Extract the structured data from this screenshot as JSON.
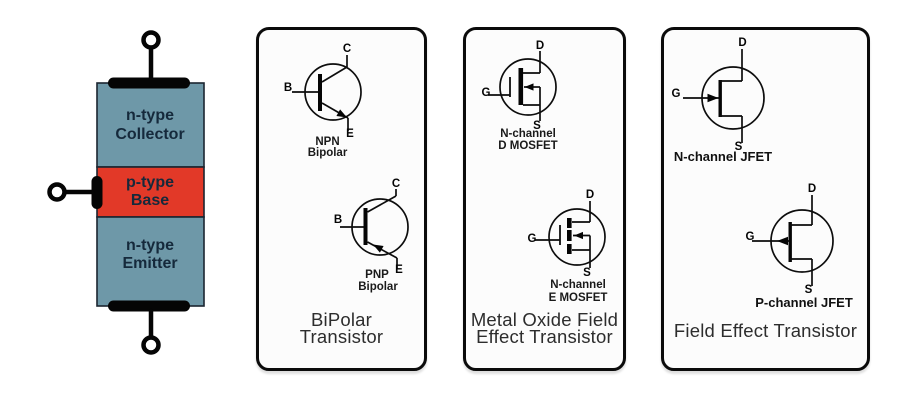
{
  "structure_diagram": {
    "layers": [
      {
        "name": "collector",
        "line1": "n-type",
        "line2": "Collector",
        "fill": "#6e98a8"
      },
      {
        "name": "base",
        "line1": "p-type",
        "line2": "Base",
        "fill": "#e23928"
      },
      {
        "name": "emitter",
        "line1": "n-type",
        "line2": "Emitter",
        "fill": "#6e98a8"
      }
    ],
    "label_color": "#15293b"
  },
  "panels": [
    {
      "title_line1": "BiPolar",
      "title_line2": "Transistor",
      "symbols": [
        {
          "caption_line1": "NPN",
          "caption_line2": "Bipolar",
          "terminals": {
            "left": "B",
            "top": "C",
            "bottom": "E"
          }
        },
        {
          "caption_line1": "PNP",
          "caption_line2": "Bipolar",
          "terminals": {
            "left": "B",
            "top": "C",
            "bottom": "E"
          }
        }
      ]
    },
    {
      "title_line1": "Metal Oxide Field",
      "title_line2": "Effect Transistor",
      "symbols": [
        {
          "caption_line1": "N-channel",
          "caption_line2": "D MOSFET",
          "terminals": {
            "left": "G",
            "top": "D",
            "bottom": "S"
          }
        },
        {
          "caption_line1": "N-channel",
          "caption_line2": "E MOSFET",
          "terminals": {
            "left": "G",
            "top": "D",
            "bottom": "S"
          }
        }
      ]
    },
    {
      "title_line1": "Field Effect Transistor",
      "title_line2": "",
      "symbols": [
        {
          "caption_line1": "N-channel JFET",
          "caption_line2": "",
          "terminals": {
            "left": "G",
            "top": "D",
            "bottom": "S"
          }
        },
        {
          "caption_line1": "P-channel JFET",
          "caption_line2": "",
          "terminals": {
            "left": "G",
            "top": "D",
            "bottom": "S"
          }
        }
      ]
    }
  ]
}
